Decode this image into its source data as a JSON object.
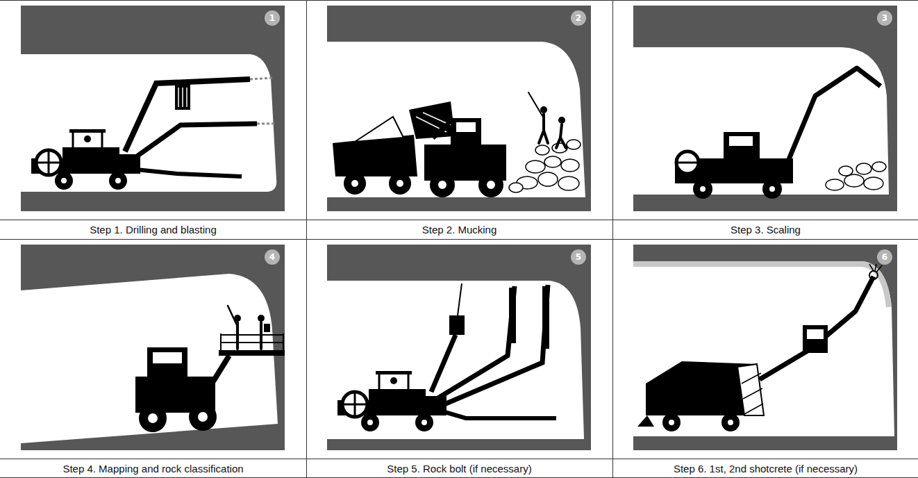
{
  "diagram": {
    "nodes": [
      {
        "text": [
          "Step 1. Drilling and blasting"
        ]
      },
      {
        "text": [
          "1"
        ],
        "in": 0
      },
      {
        "text": [
          "Step 2. Mucking"
        ]
      },
      {
        "text": [
          "2"
        ],
        "in": 2
      },
      {
        "text": [
          "Step 3. Scaling"
        ]
      },
      {
        "text": [
          "3"
        ],
        "in": 4
      },
      {
        "text": [
          "Step 4. Mapping and rock classification"
        ]
      },
      {
        "text": [
          "4"
        ],
        "in": 6
      },
      {
        "text": [
          "Step 5. Rock bolt (if necessary)"
        ]
      },
      {
        "text": [
          "5"
        ],
        "in": 8
      },
      {
        "text": [
          "Step 6. 1st, 2nd shotcrete (if necessary)"
        ]
      },
      {
        "text": [
          "6"
        ],
        "in": 10
      }
    ]
  }
}
